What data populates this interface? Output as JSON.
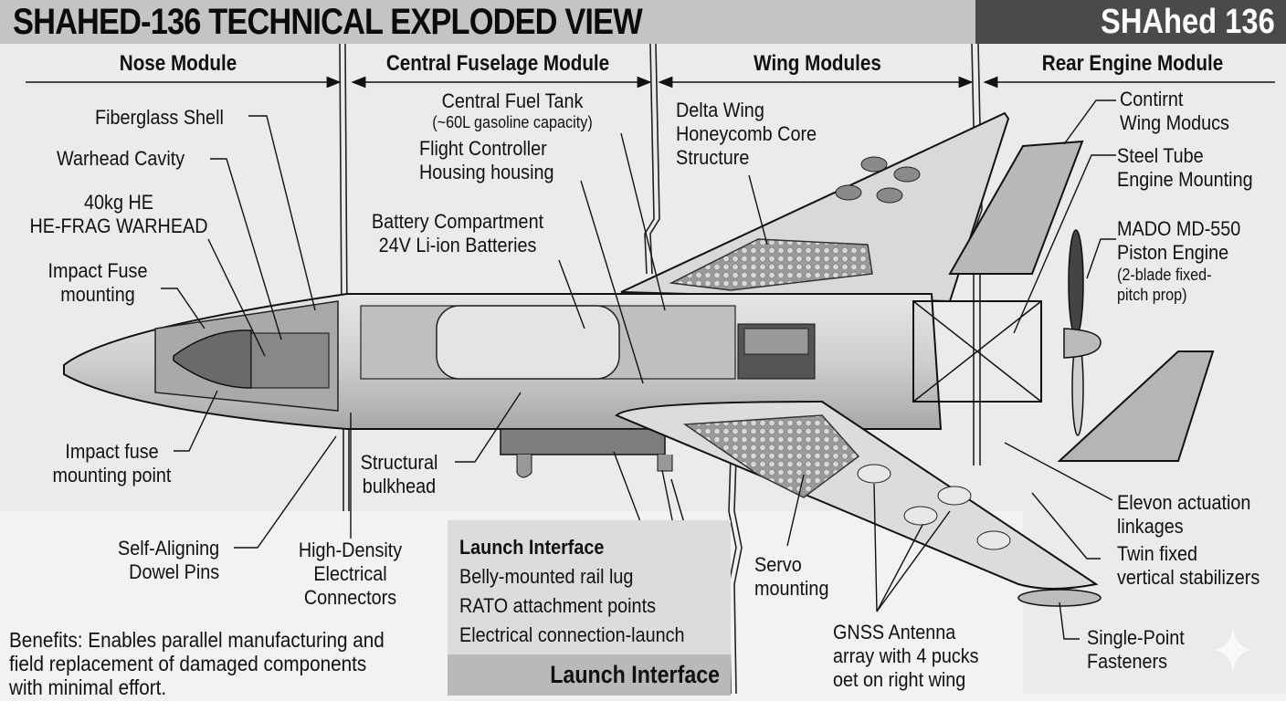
{
  "header": {
    "title": "SHAHED-136 TECHNICAL EXPLODED VIEW",
    "brand": "SHAhed 136"
  },
  "sections": [
    {
      "label": "Nose Module"
    },
    {
      "label": "Central Fuselage Module"
    },
    {
      "label": "Wing Modules"
    },
    {
      "label": "Rear Engine Module"
    }
  ],
  "nose_labels": {
    "fiberglass_shell": "Fiberglass Shell",
    "warhead_cavity": "Warhead Cavity",
    "warhead_line1": "40kg HE",
    "warhead_line2": "HE-FRAG WARHEAD",
    "impact_fuse_line1": "Impact Fuse",
    "impact_fuse_line2": "mounting",
    "impact_fuse_point_line1": "Impact fuse",
    "impact_fuse_point_line2": "mounting point",
    "dowel_line1": "Self-Aligning",
    "dowel_line2": "Dowel Pins",
    "connectors_line1": "High-Density",
    "connectors_line2": "Electrical",
    "connectors_line3": "Connectors"
  },
  "fuselage_labels": {
    "fuel_tank": "Central Fuel Tank",
    "fuel_capacity": "(~60L gasoline capacity)",
    "flight_ctrl_line1": "Flight Controller",
    "flight_ctrl_line2": "Housing housing",
    "battery_line1": "Battery Compartment",
    "battery_line2": "24V Li-ion Batteries",
    "bulkhead_line1": "Structural",
    "bulkhead_line2": "bulkhead"
  },
  "wing_labels": {
    "delta_line1": "Delta Wing",
    "delta_line2": "Honeycomb Core",
    "delta_line3": "Structure",
    "servo_line1": "Servo",
    "servo_line2": "mounting",
    "gnss_line1": "GNSS Antenna",
    "gnss_line2": "array with 4 pucks",
    "gnss_line3": "oet on right wing"
  },
  "rear_labels": {
    "contirnt_line1": "Contirnt",
    "contirnt_line2": "Wing Moducs",
    "steel_line1": "Steel Tube",
    "steel_line2": "Engine Mounting",
    "engine_line1": "MADO MD-550",
    "engine_line2": "Piston Engine",
    "engine_line3": "(2-blade fixed-",
    "engine_line4": "pitch prop)",
    "elevon_line1": "Elevon actuation",
    "elevon_line2": "linkages",
    "stab_line1": "Twin fixed",
    "stab_line2": "vertical stabilizers",
    "fastener_line1": "Single-Point",
    "fastener_line2": "Fasteners"
  },
  "launch": {
    "heading": "Launch Interface",
    "items": [
      "Belly-mounted rail lug",
      "RATO attachment points",
      "Electrical connection-launch"
    ],
    "footer": "Launch Interface"
  },
  "benefits": {
    "line1": "Benefits: Enables parallel manufacturing and",
    "line2": "field replacement of damaged components",
    "line3": "with minimal effort."
  }
}
